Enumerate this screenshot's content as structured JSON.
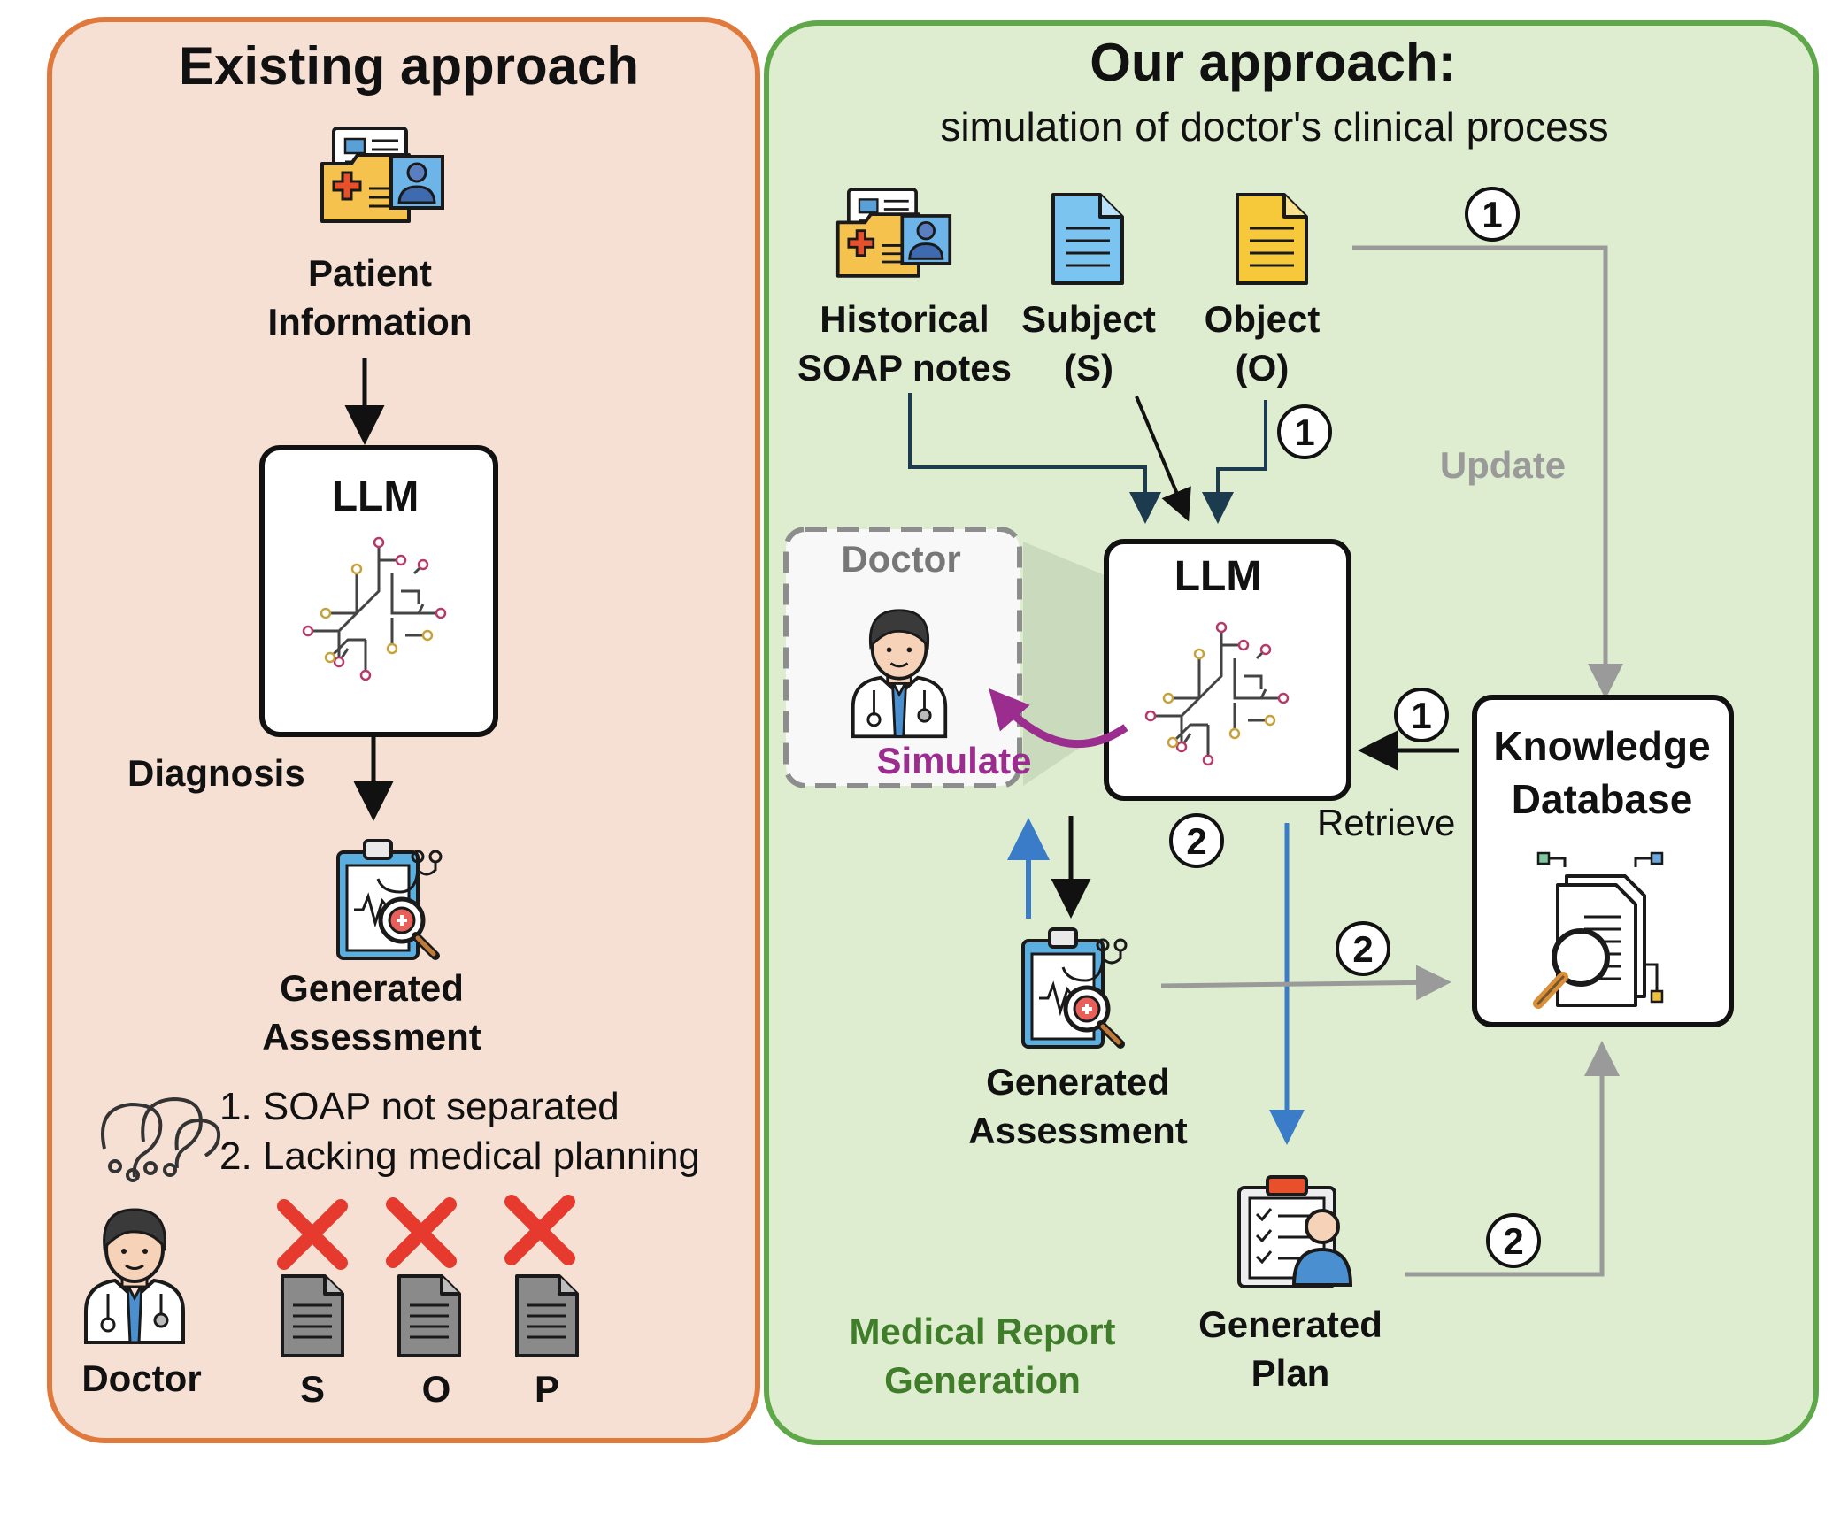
{
  "left_panel": {
    "title": "Existing approach",
    "patient_info": [
      "Patient",
      "Information"
    ],
    "llm": "LLM",
    "diagnosis": "Diagnosis",
    "generated_assessment": [
      "Generated",
      "Assessment"
    ],
    "issues": [
      "1. SOAP not separated",
      "2. Lacking medical planning"
    ],
    "doctor": "Doctor",
    "soap_letters": [
      "S",
      "O",
      "P"
    ]
  },
  "right_panel": {
    "title": "Our approach:",
    "subtitle": "simulation of doctor's clinical process",
    "historical": [
      "Historical",
      "SOAP notes"
    ],
    "subject": [
      "Subject",
      "(S)"
    ],
    "object": [
      "Object",
      "(O)"
    ],
    "update": "Update",
    "doctor": "Doctor",
    "simulate": "Simulate",
    "llm": "LLM",
    "retrieve": "Retrieve",
    "knowledge_db": [
      "Knowledge",
      "Database"
    ],
    "generated_assessment": [
      "Generated",
      "Assessment"
    ],
    "generated_plan": [
      "Generated",
      "Plan"
    ],
    "medical_report": [
      "Medical Report",
      "Generation"
    ],
    "step1": "1",
    "step2": "2"
  },
  "colors": {
    "left_bg": "#f6e0d4",
    "left_border": "#e07a3c",
    "right_bg": "#deedcf",
    "right_border": "#5fa84a",
    "update_gray": "#9a9a9a",
    "simulate_purple": "#9b2d8f",
    "blue_arrow": "#3a7cc8",
    "green_text": "#3f7d2a",
    "red_x": "#e63a2e"
  },
  "icons": [
    "patient-file-icon",
    "llm-circuit-icon",
    "assessment-clipboard-icon",
    "confused-icon",
    "doctor-icon",
    "document-icon",
    "x-mark-icon",
    "database-search-icon",
    "plan-clipboard-icon"
  ]
}
